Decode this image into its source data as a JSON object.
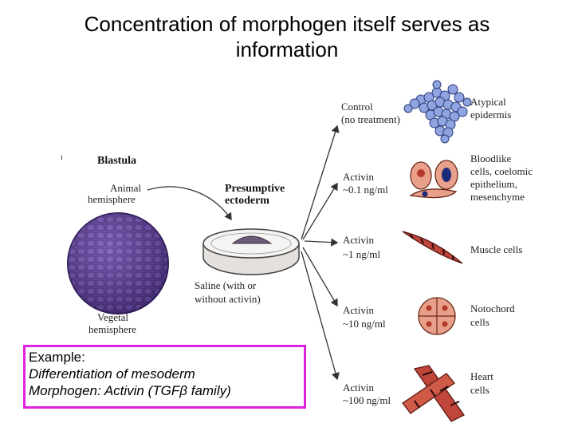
{
  "title": {
    "line1": "Concentration of morphogen itself serves as",
    "line2": "information"
  },
  "diagram": {
    "blastula": "Blastula",
    "animal_line1": "Animal",
    "animal_line2": "hemisphere",
    "presumptive_line1": "Presumptive",
    "presumptive_line2": "ectoderm",
    "saline_line1": "Saline (with or",
    "saline_line2": "without activin)",
    "vegetal_line1": "Vegetal",
    "vegetal_line2": "hemisphere",
    "treatments": [
      {
        "line1": "Control",
        "line2": "(no treatment)"
      },
      {
        "line1": "Activin",
        "line2": "~0.1 ng/ml"
      },
      {
        "line1": "Activin",
        "line2": "~1 ng/ml"
      },
      {
        "line1": "Activin",
        "line2": "~10 ng/ml"
      },
      {
        "line1": "Activin",
        "line2": "~100 ng/ml"
      }
    ],
    "outcomes": [
      {
        "lines": [
          "Atypical",
          "epidermis"
        ]
      },
      {
        "lines": [
          "Bloodlike",
          "cells, coelomic",
          "epithelium,",
          "mesenchyme"
        ]
      },
      {
        "lines": [
          "Muscle cells"
        ]
      },
      {
        "lines": [
          "Notochord",
          "cells"
        ]
      },
      {
        "lines": [
          "Heart",
          "cells"
        ]
      }
    ]
  },
  "example": {
    "line1": "Example:",
    "line2": "Differentiation of mesoderm",
    "line3_prefix": "Morphogen: Activin (TGF",
    "line3_symbol": "β",
    "line3_suffix": " family)"
  },
  "colors": {
    "border": "#e020e0",
    "epidermis": "#8fa4e0",
    "cell_pink": "#e8a08a",
    "muscle": "#c0453a",
    "blastula": "#6a4ba0"
  }
}
